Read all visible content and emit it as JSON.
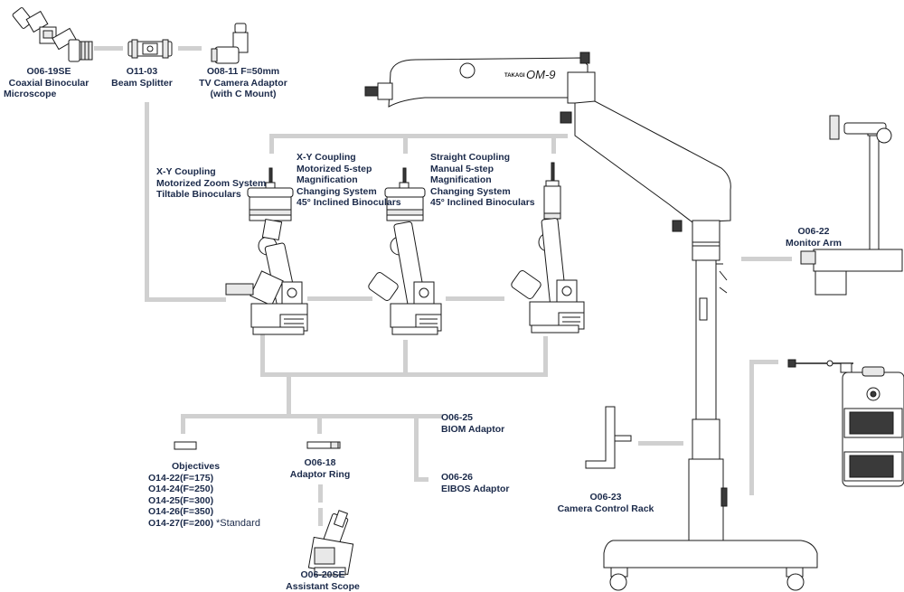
{
  "components": {
    "binocular": {
      "code": "O06-19SE",
      "line1": "Coaxial Binocular",
      "line2": "Microscope"
    },
    "splitter": {
      "code": "O11-03",
      "line1": "Beam Splitter"
    },
    "tv_adaptor": {
      "code": "O08-11 F=50mm",
      "line1": "TV Camera Adaptor",
      "line2": "(with C Mount)"
    },
    "zoom": {
      "line1": "X-Y Coupling",
      "line2": "Motorized Zoom System",
      "line3": "Tiltable Binoculars"
    },
    "motorized5": {
      "line1": "X-Y Coupling",
      "line2": "Motorized 5-step",
      "line3": "Magnification",
      "line4": "Changing System",
      "line5": "45° Inclined Binoculars"
    },
    "manual5": {
      "line1": "Straight Coupling",
      "line2": "Manual 5-step",
      "line3": "Magnification",
      "line4": "Changing System",
      "line5": "45° Inclined Binoculars"
    },
    "monitor_arm": {
      "code": "O06-22",
      "line1": "Monitor Arm"
    },
    "biom": {
      "code": "O06-25",
      "line1": "BIOM Adaptor"
    },
    "eibos": {
      "code": "O06-26",
      "line1": "EIBOS Adaptor"
    },
    "adaptor_ring": {
      "code": "O06-18",
      "line1": "Adaptor Ring"
    },
    "assistant": {
      "code": "O06-20SE",
      "line1": "Assistant Scope"
    },
    "camera_rack": {
      "code": "O06-23",
      "line1": "Camera Control Rack"
    },
    "objectives": {
      "title": "Objectives",
      "items": [
        "O14-22(F=175)",
        "O14-24(F=250)",
        "O14-25(F=300)",
        "O14-26(F=350)",
        "O14-27(F=200)"
      ],
      "standard_note": "*Standard"
    }
  },
  "brand": {
    "maker": "TAKAGI",
    "model": "OM-9"
  },
  "colors": {
    "connector": "#d0d0d0",
    "text": "#1b2a4a",
    "outline": "#1a1a1a"
  }
}
